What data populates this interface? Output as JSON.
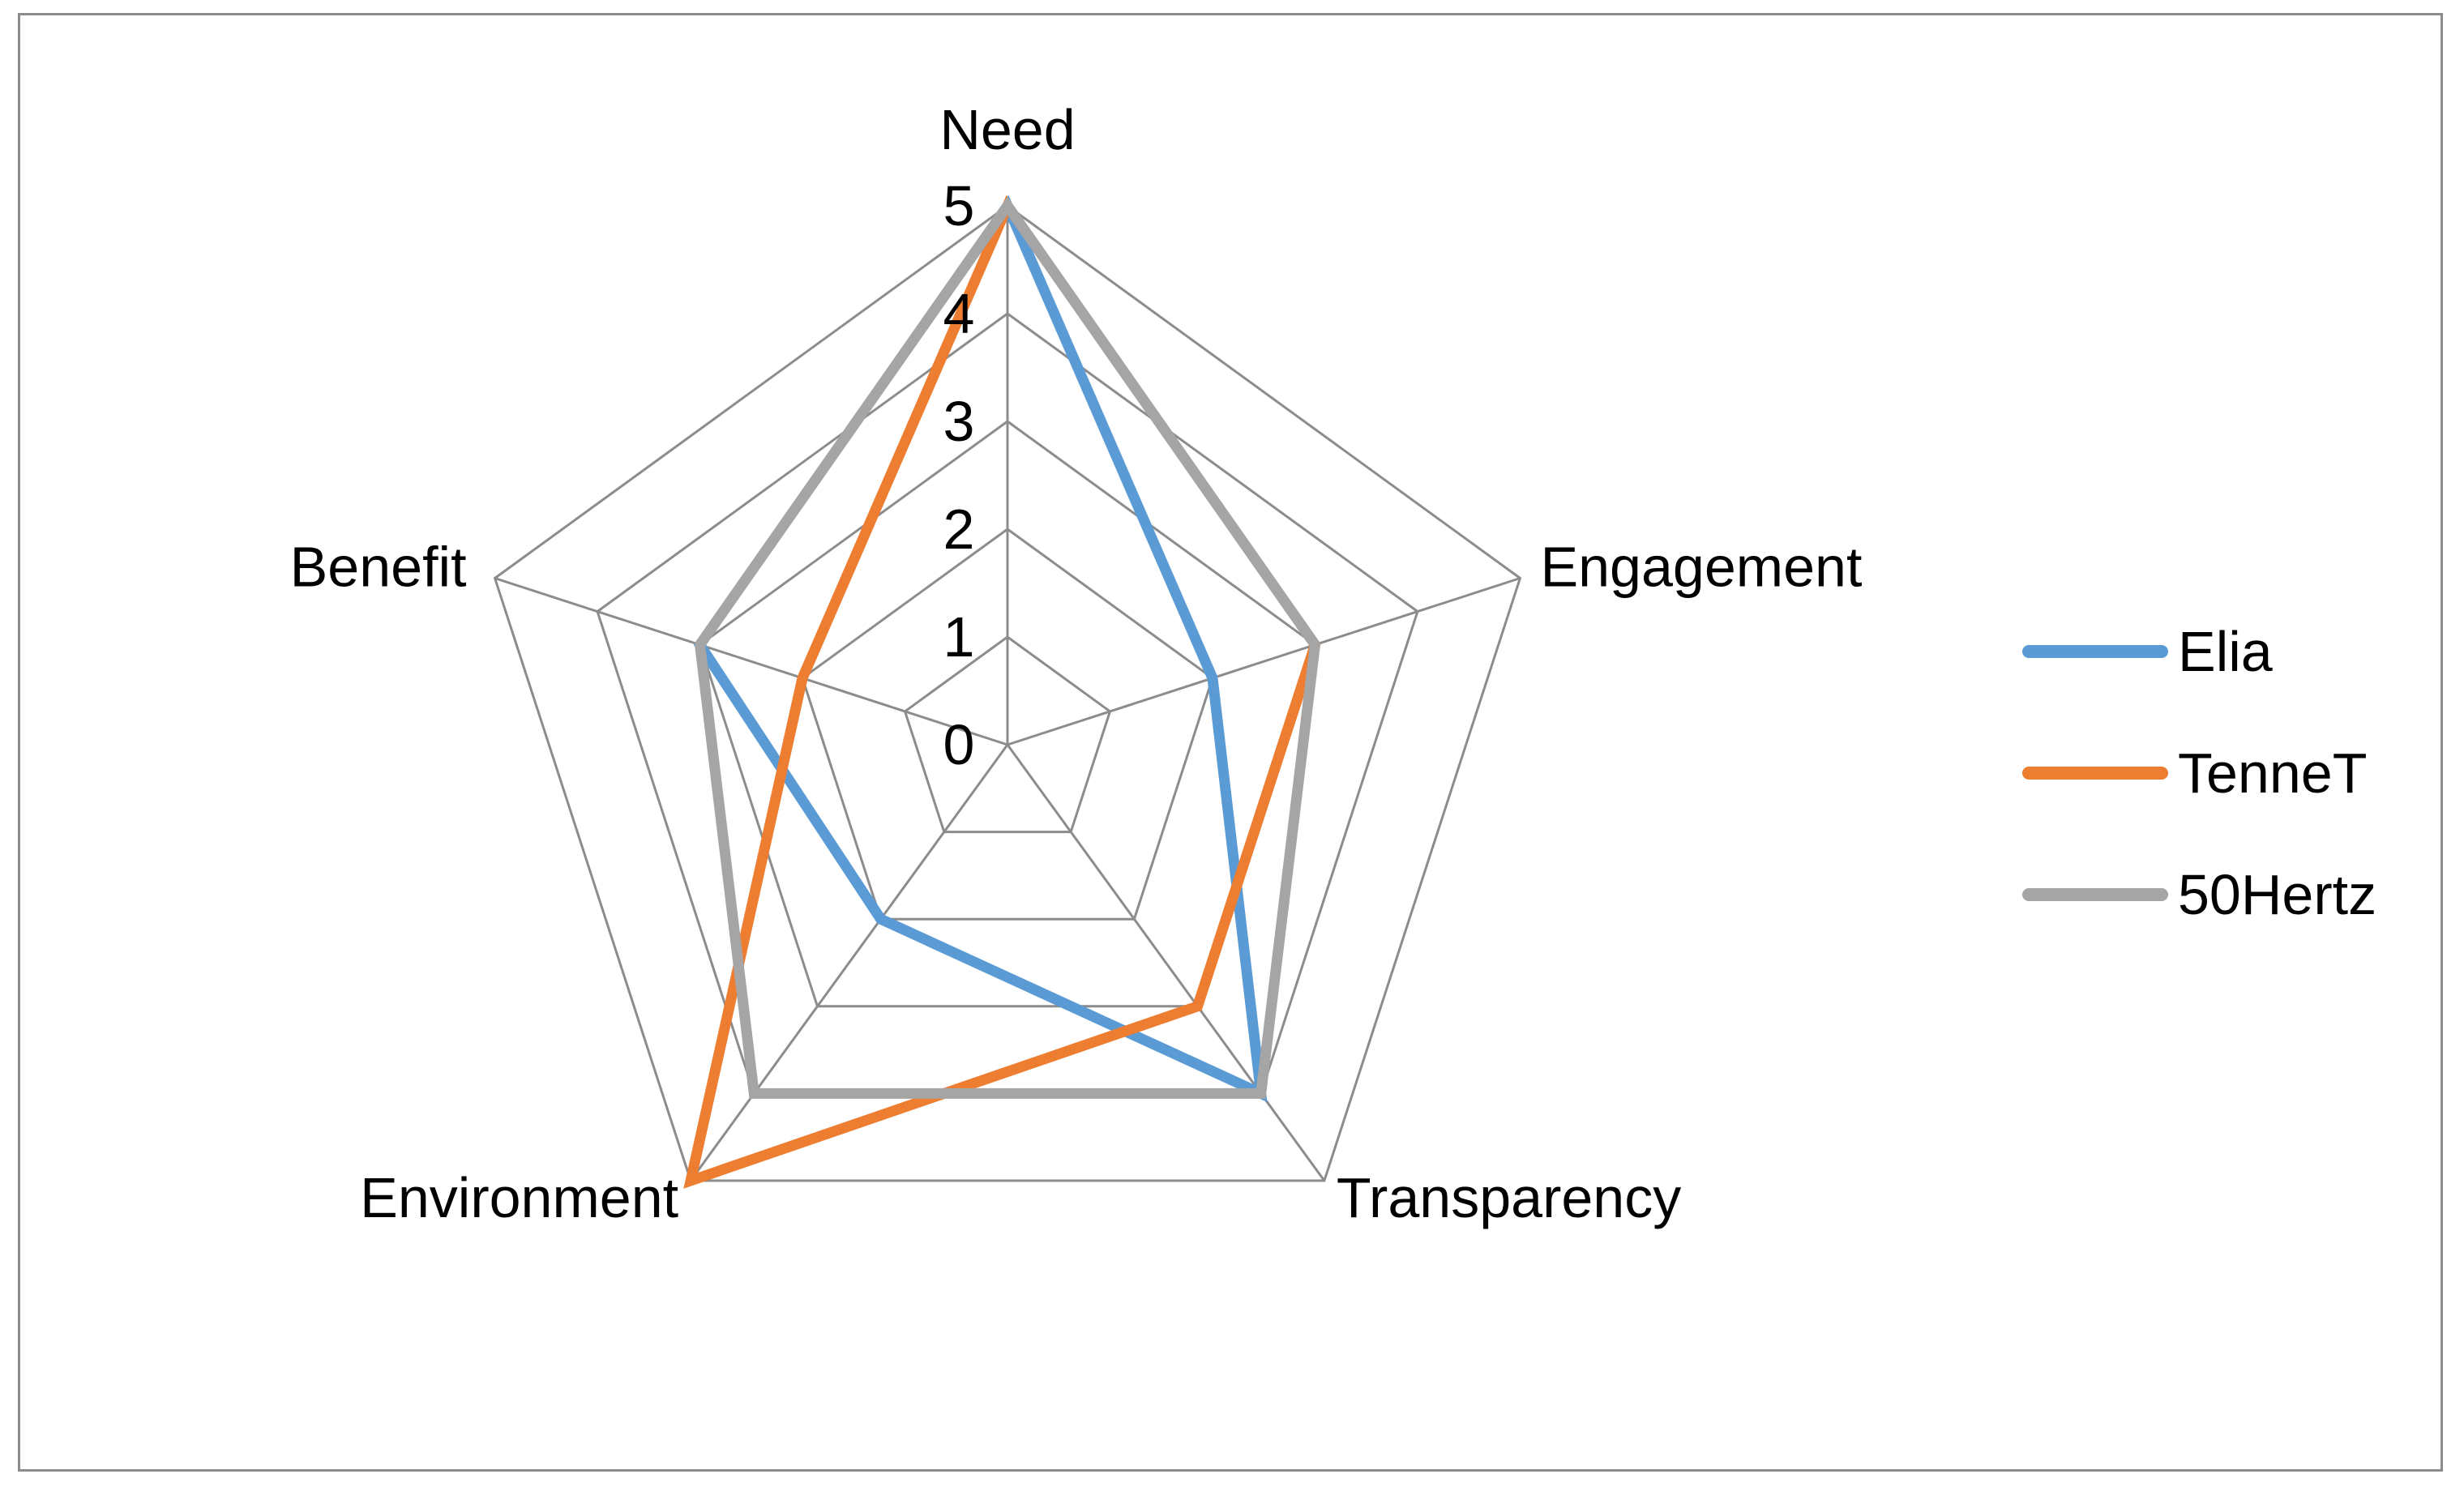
{
  "chart_data": {
    "type": "radar",
    "axes": [
      "Need",
      "Engagement",
      "Transparency",
      "Environment",
      "Benefit"
    ],
    "rmin": 0,
    "rmax": 5,
    "ticks": [
      0,
      1,
      2,
      3,
      4,
      5
    ],
    "tick_labels": [
      "0",
      "1",
      "2",
      "3",
      "4",
      "5"
    ],
    "grid": true,
    "legend_position": "right",
    "series": [
      {
        "name": "Elia",
        "color": "#5b9bd5",
        "values": [
          5,
          2,
          4,
          2,
          3
        ]
      },
      {
        "name": "TenneT",
        "color": "#ed7d31",
        "values": [
          5,
          3,
          3,
          5,
          2
        ]
      },
      {
        "name": "50Hertz",
        "color": "#a5a5a5",
        "values": [
          5,
          3,
          4,
          4,
          3
        ]
      }
    ]
  }
}
